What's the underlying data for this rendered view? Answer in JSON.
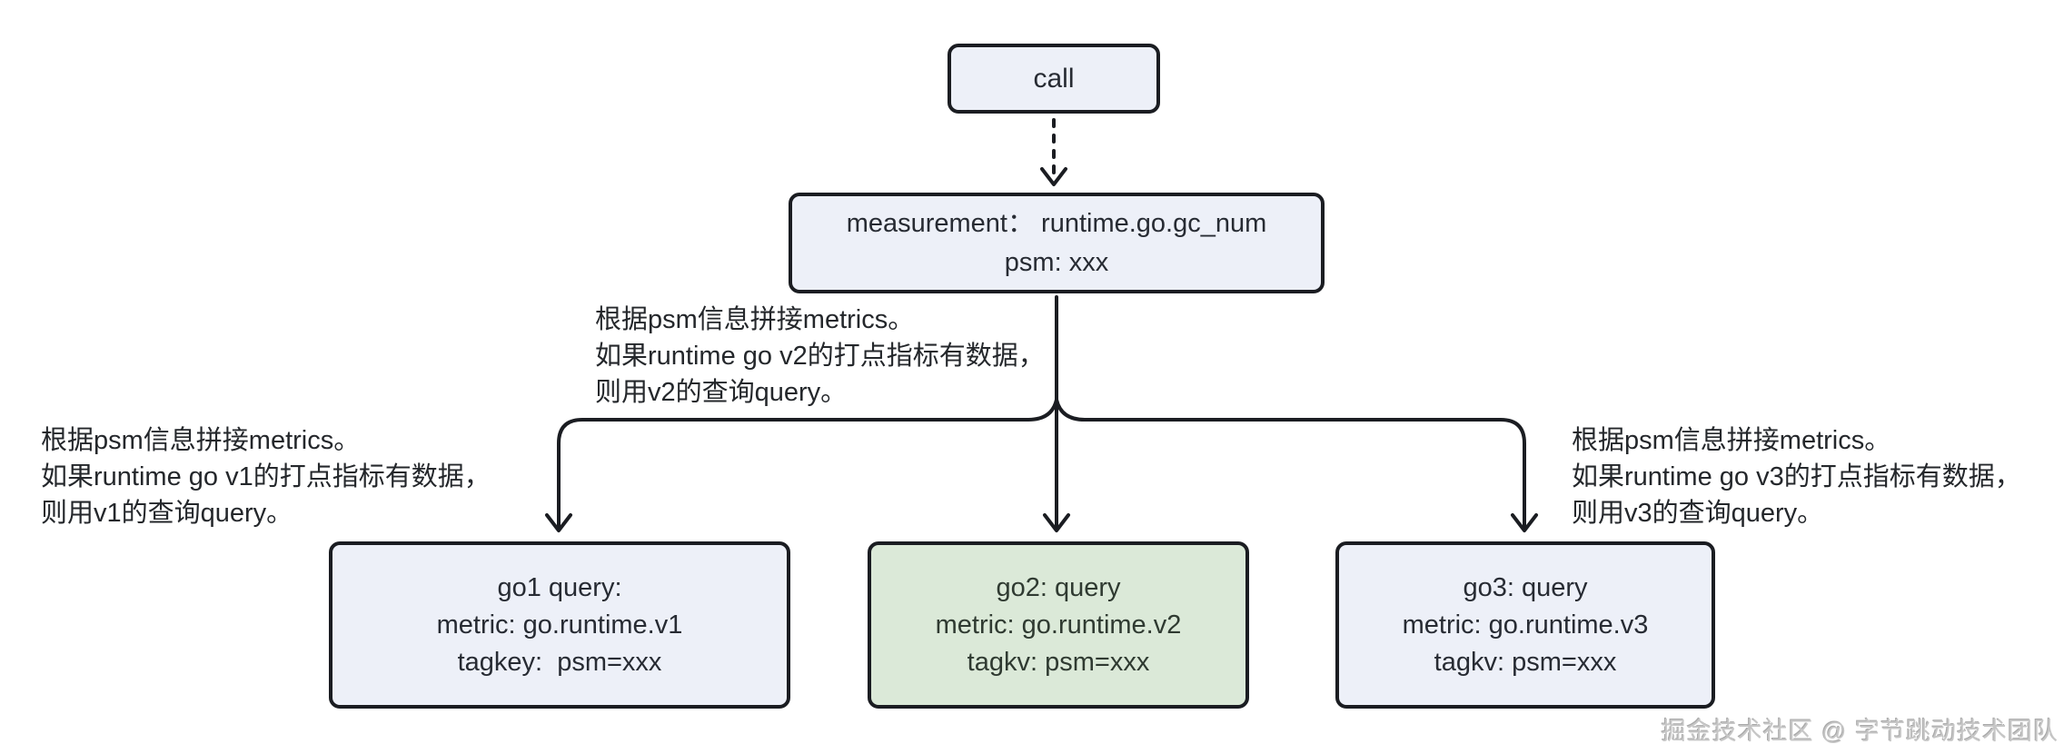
{
  "diagram": {
    "nodes": {
      "call": {
        "label": "call",
        "fill": "#edf0f8"
      },
      "measurement": {
        "lines": [
          "measurement： runtime.go.gc_num",
          "psm: xxx"
        ],
        "fill": "#edf0f8"
      },
      "go1": {
        "lines": [
          "go1 query:",
          "metric: go.runtime.v1",
          "tagkey:  psm=xxx"
        ],
        "fill": "#edf0f8"
      },
      "go2": {
        "lines": [
          "go2: query",
          "metric: go.runtime.v2",
          "tagkv: psm=xxx"
        ],
        "fill": "#dbe9d8"
      },
      "go3": {
        "lines": [
          "go3: query",
          "metric: go.runtime.v3",
          "tagkv: psm=xxx"
        ],
        "fill": "#edf0f8"
      }
    },
    "annotations": {
      "v2": {
        "lines": [
          "根据psm信息拼接metrics。",
          "如果runtime go v2的打点指标有数据，",
          "则用v2的查询query。"
        ]
      },
      "v1": {
        "lines": [
          "根据psm信息拼接metrics。",
          "如果runtime go v1的打点指标有数据，",
          "则用v1的查询query。"
        ]
      },
      "v3": {
        "lines": [
          "根据psm信息拼接metrics。",
          "如果runtime go v3的打点指标有数据，",
          "则用v3的查询query。"
        ]
      }
    },
    "colors": {
      "background": "#ffffff",
      "node_fill": "#edf0f8",
      "node_fill_green": "#dbe9d8",
      "border": "#1b1d22",
      "edge": "#1b1d22",
      "text": "#272b33",
      "annotation_text": "#24272b",
      "watermark_text": "#c6c6c6"
    },
    "watermark": "掘金技术社区 @ 字节跳动技术团队"
  }
}
